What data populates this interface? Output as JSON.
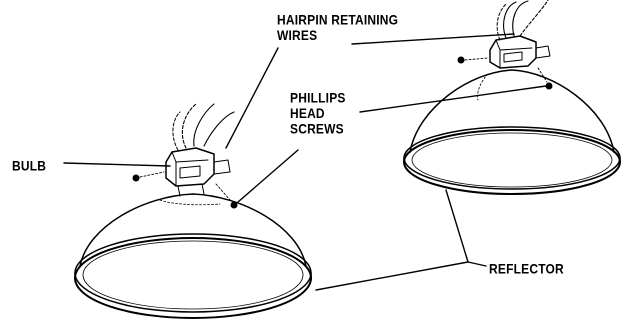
{
  "labels": {
    "hairpin_line1": "HAIRPIN RETAINING",
    "hairpin_line2": "WIRES",
    "phillips_line1": "PHILLIPS",
    "phillips_line2": "HEAD",
    "phillips_line3": "SCREWS",
    "bulb": "BULB",
    "reflector": "REFLECTOR"
  },
  "colors": {
    "ink": "#000000",
    "background": "#ffffff"
  }
}
